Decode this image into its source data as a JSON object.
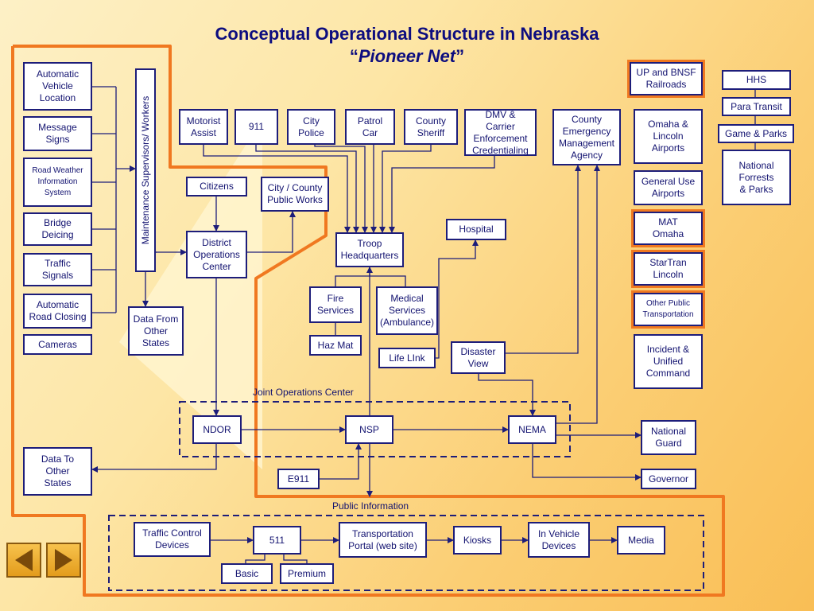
{
  "title": {
    "line1": "Conceptual Operational Structure in Nebraska",
    "line2_open": "“",
    "line2_em": "Pioneer Net",
    "line2_close": "”"
  },
  "colors": {
    "box_border": "#1d1d7a",
    "text": "#121270",
    "highlight": "#f07820",
    "arrow": "#1d1d7a"
  },
  "labels": {
    "joint_ops": "Joint Operations Center",
    "public_info": "Public Information",
    "maintenance": "Maintenance  Supervisors/ Workers"
  },
  "nodes": {
    "avl": "Automatic\nVehicle\nLocation",
    "msgsigns": "Message\nSigns",
    "rwis": "Road Weather\nInformation\nSystem",
    "bridge": "Bridge\nDeicing",
    "traffic": "Traffic\nSignals",
    "roadclose": "Automatic\nRoad Closing",
    "cameras": "Cameras",
    "datafrom": "Data From\nOther\nStates",
    "datato": "Data To\nOther\nStates",
    "motorist": "Motorist\nAssist",
    "n911": "911",
    "citypolice": "City\nPolice",
    "patrolcar": "Patrol\nCar",
    "sheriff": "County\nSheriff",
    "dmv": "DMV  &\nCarrier\nEnforcement\nCredentialing",
    "cema": "County\nEmergency\nManagement\nAgency",
    "citizens": "Citizens",
    "publicworks": "City / County\nPublic Works",
    "doc": "District\nOperations\nCenter",
    "troophq": "Troop\nHeadquarters",
    "hospital": "Hospital",
    "fire": "Fire\nServices",
    "hazmat": "Haz Mat",
    "medical": "Medical\nServices\n(Ambulance)",
    "lifelink": "Life LInk",
    "disaster": "Disaster\nView",
    "ndor": "NDOR",
    "nsp": "NSP",
    "nema": "NEMA",
    "guard": "National\nGuard",
    "governor": "Governor",
    "e911": "E911",
    "upbnsf": "UP and BNSF\nRailroads",
    "hhs": "HHS",
    "paratransit": "Para Transit",
    "gameparks": "Game & Parks",
    "forests": "National\nForrests\n& Parks",
    "omahalincoln": "Omaha &\nLincoln\nAirports",
    "generaluse": "General Use\nAirports",
    "matomaha": "MAT\nOmaha",
    "startran": "StarTran\nLincoln",
    "otherpublic": "Other Public\nTransportation",
    "incident": "Incident &\nUnified\nCommand",
    "tcd": "Traffic Control\nDevices",
    "n511": "511",
    "portal": "Transportation\nPortal (web site)",
    "kiosks": "Kiosks",
    "invehicle": "In Vehicle\nDevices",
    "media": "Media",
    "basic": "Basic",
    "premium": "Premium"
  }
}
